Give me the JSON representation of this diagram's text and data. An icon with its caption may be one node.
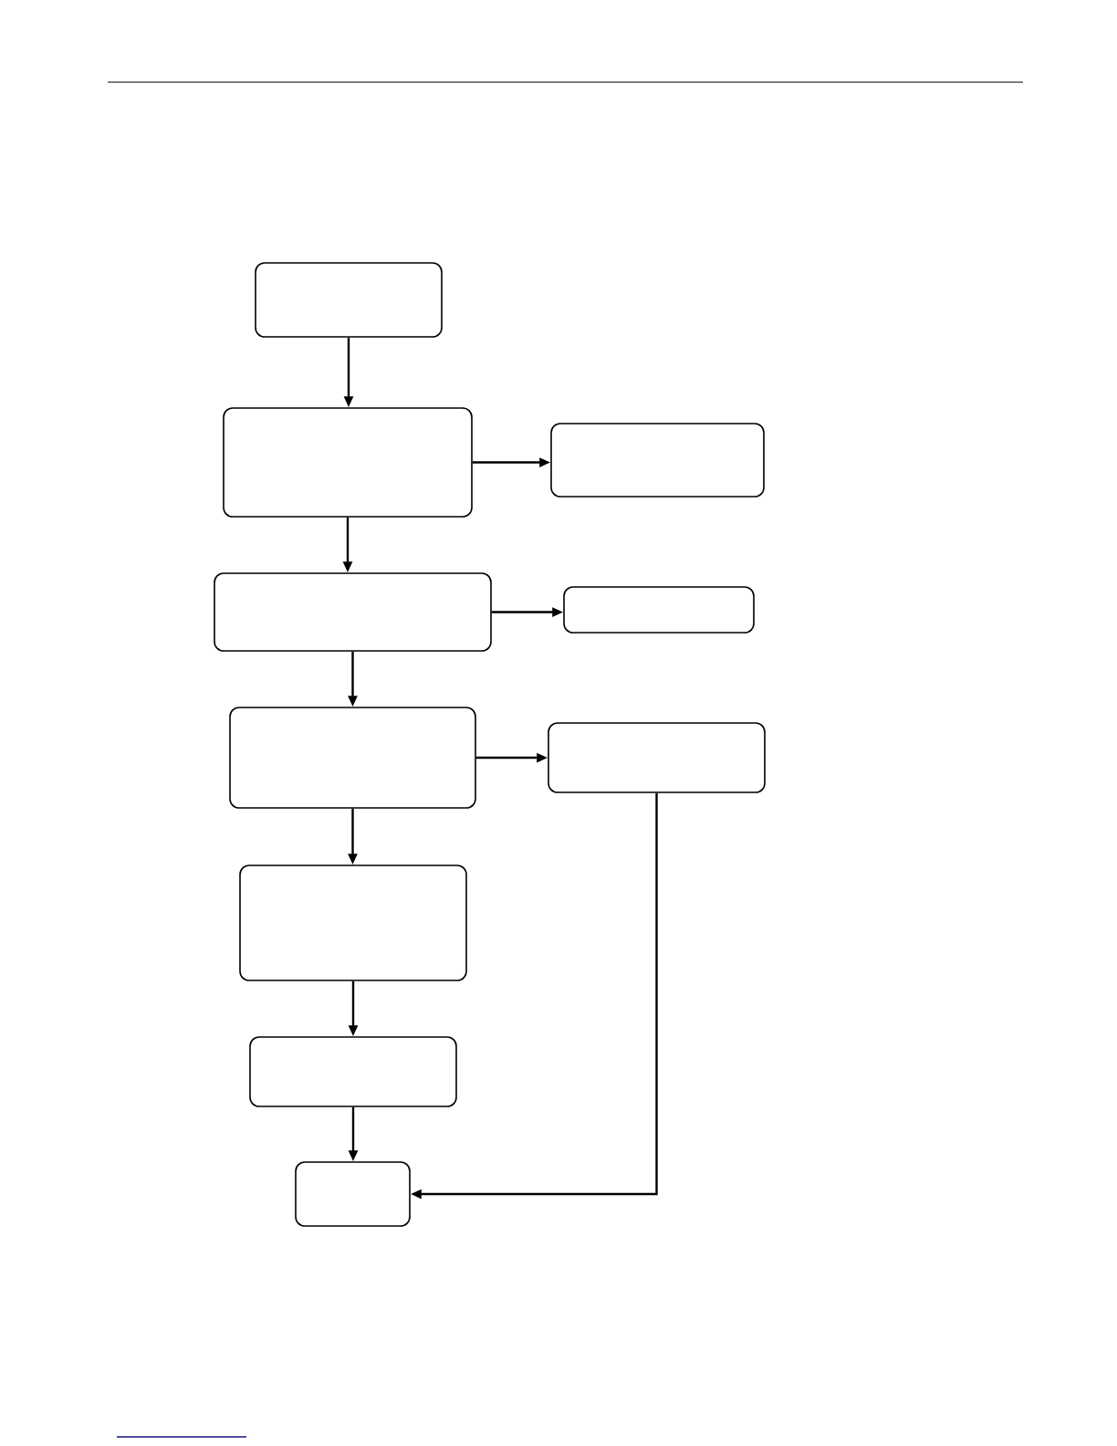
{
  "diagram": {
    "nodes": [
      {
        "text": [],
        "shape": "box"
      },
      {
        "text": [],
        "shape": "box"
      },
      {
        "text": [],
        "shape": "box"
      },
      {
        "text": [],
        "shape": "box"
      },
      {
        "text": [],
        "shape": "box"
      },
      {
        "text": [],
        "shape": "box"
      },
      {
        "text": [],
        "shape": "box"
      },
      {
        "text": [],
        "shape": "box"
      },
      {
        "text": [],
        "shape": "box"
      },
      {
        "text": [],
        "shape": "box"
      }
    ],
    "edges": [
      {
        "from": 0,
        "to": 1,
        "arrow": "to"
      },
      {
        "from": 1,
        "to": 2,
        "arrow": "to"
      },
      {
        "from": 1,
        "to": 3,
        "arrow": "to"
      },
      {
        "from": 3,
        "to": 4,
        "arrow": "to"
      },
      {
        "from": 3,
        "to": 5,
        "arrow": "to"
      },
      {
        "from": 5,
        "to": 6,
        "arrow": "to"
      },
      {
        "from": 5,
        "to": 7,
        "arrow": "to"
      },
      {
        "from": 7,
        "to": 8,
        "arrow": "to"
      },
      {
        "from": 8,
        "to": 9,
        "arrow": "to"
      },
      {
        "from": 6,
        "to": 9,
        "arrow": "to"
      }
    ]
  }
}
